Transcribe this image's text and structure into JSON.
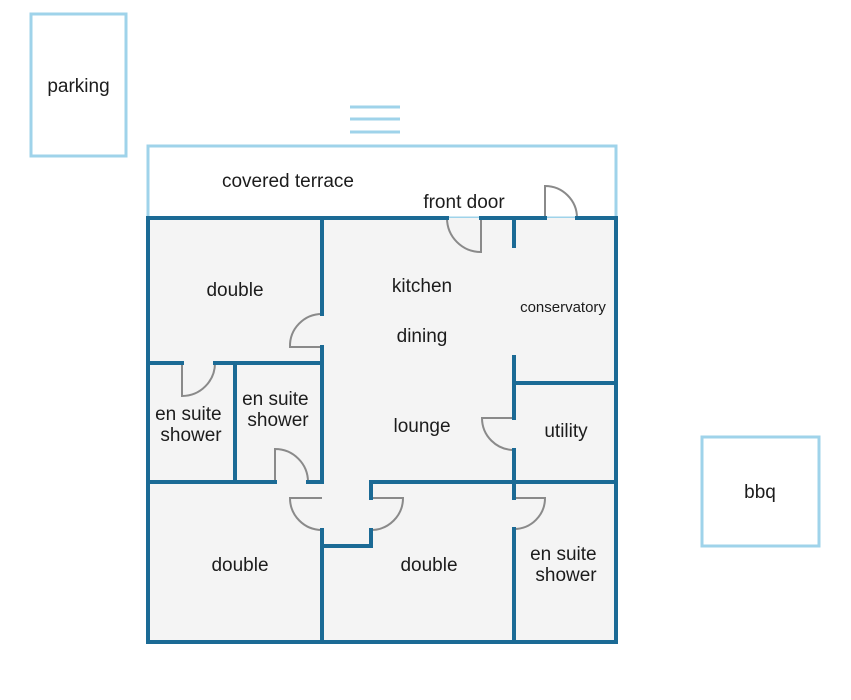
{
  "colors": {
    "wall": "#1b6a95",
    "outline": "#9fd3ea",
    "floor": "#f4f4f4",
    "door": "#8a8a8a",
    "text": "#1c1c1c"
  },
  "labels": {
    "parking": "parking",
    "covered_terrace": "covered terrace",
    "front_door": "front door",
    "bbq": "bbq",
    "double_top_left": "double",
    "kitchen": "kitchen",
    "dining": "dining",
    "conservatory": "conservatory",
    "en_suite_left": [
      "en suite",
      "shower"
    ],
    "en_suite_mid": [
      "en suite",
      "shower"
    ],
    "lounge": "lounge",
    "utility": "utility",
    "double_bottom_left": "double",
    "double_bottom_mid": "double",
    "en_suite_right": [
      "en suite",
      "shower"
    ]
  }
}
